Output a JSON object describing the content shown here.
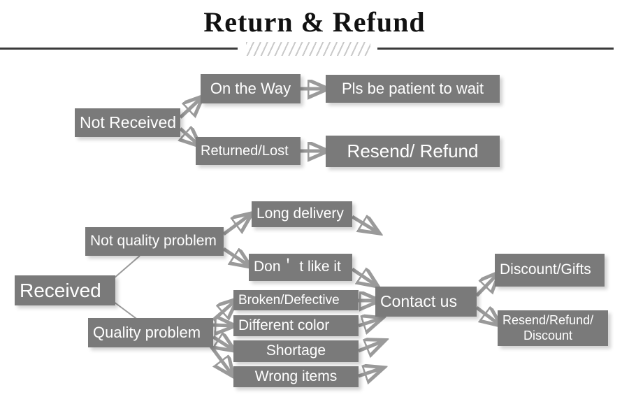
{
  "header": {
    "title": "Return & Refund",
    "divider_left": "solid-rule",
    "divider_hatch": "hatched-ornament",
    "divider_right": "solid-rule"
  },
  "theme": {
    "box_fill": "#7a7a7a",
    "box_text": "#ffffff",
    "arrow": "#9a9a9a",
    "rule": "#3b3b3b",
    "hatch": "#c9c9c9",
    "background": "#ffffff"
  },
  "flow": {
    "not_received_branch": {
      "root": "Not Received",
      "nodes": [
        {
          "id": "on-the-way",
          "label": "On the Way"
        },
        {
          "id": "returned-lost",
          "label": "Returned/Lost"
        },
        {
          "id": "pls-be-patient",
          "label": "Pls be patient to wait"
        },
        {
          "id": "resend-refund",
          "label": "Resend/ Refund"
        }
      ]
    },
    "received_branch": {
      "root": "Received",
      "categories": [
        {
          "id": "not-quality-problem",
          "label": "Not quality problem"
        },
        {
          "id": "quality-problem",
          "label": "Quality problem"
        }
      ],
      "not_quality_reasons": [
        {
          "id": "long-delivery",
          "label": "Long delivery"
        },
        {
          "id": "dont-like-it",
          "label": "Don＇ t like it"
        }
      ],
      "quality_reasons": [
        {
          "id": "broken-defective",
          "label": "Broken/Defective"
        },
        {
          "id": "different-color",
          "label": "Different color"
        },
        {
          "id": "shortage",
          "label": "Shortage"
        },
        {
          "id": "wrong-items",
          "label": "Wrong items"
        }
      ],
      "action": {
        "id": "contact-us",
        "label": "Contact us"
      },
      "outcomes": [
        {
          "id": "discount-gifts",
          "label": "Discount/Gifts"
        },
        {
          "id": "resend-refund-discount",
          "label": "Resend/Refund/\nDiscount"
        }
      ]
    }
  }
}
